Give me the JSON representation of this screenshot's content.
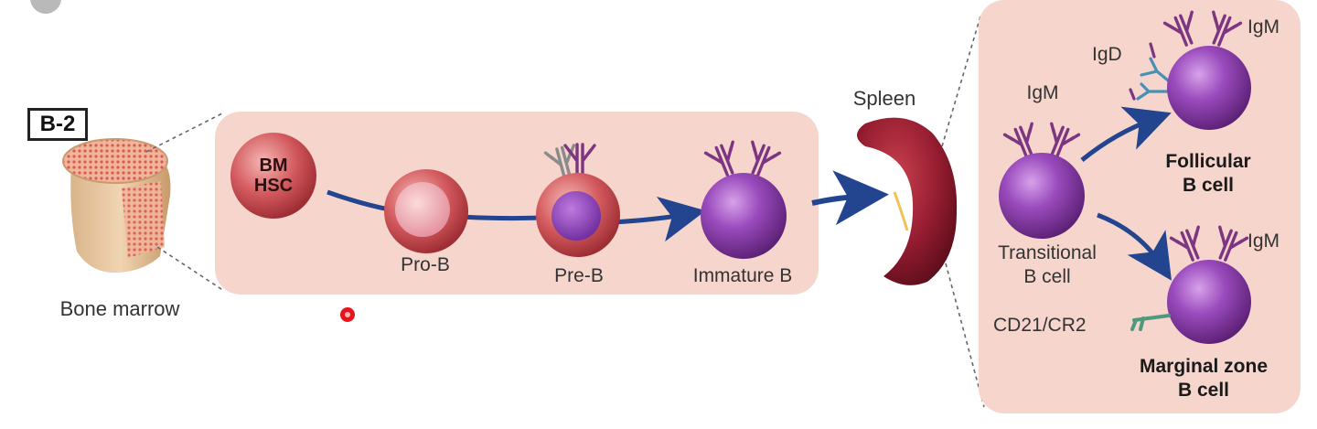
{
  "panel_label": "B-2",
  "bone_marrow": {
    "label": "Bone marrow"
  },
  "stages": {
    "bm_hsc": {
      "line1": "BM",
      "line2": "HSC"
    },
    "pro_b": "Pro-B",
    "pre_b": "Pre-B",
    "immature_b": "Immature B"
  },
  "spleen": {
    "label": "Spleen"
  },
  "spleen_panel": {
    "igm_transitional": "IgM",
    "transitional": {
      "line1": "Transitional",
      "line2": "B cell"
    },
    "igd": "IgD",
    "igm_follicular": "IgM",
    "follicular": {
      "line1": "Follicular",
      "line2": "B cell"
    },
    "igm_marginal": "IgM",
    "cd21": "CD21/CR2",
    "marginal": {
      "line1": "Marginal zone",
      "line2": "B cell"
    }
  },
  "colors": {
    "panel_fill": "#f6d5cc",
    "arrow": "#23448f",
    "purple_cell": "#8a3fa8",
    "receptor": "#7d3582",
    "igd_receptor": "#4a8fb5",
    "cd21_receptor": "#4f9a7c",
    "spleen": "#8e1a2e"
  }
}
